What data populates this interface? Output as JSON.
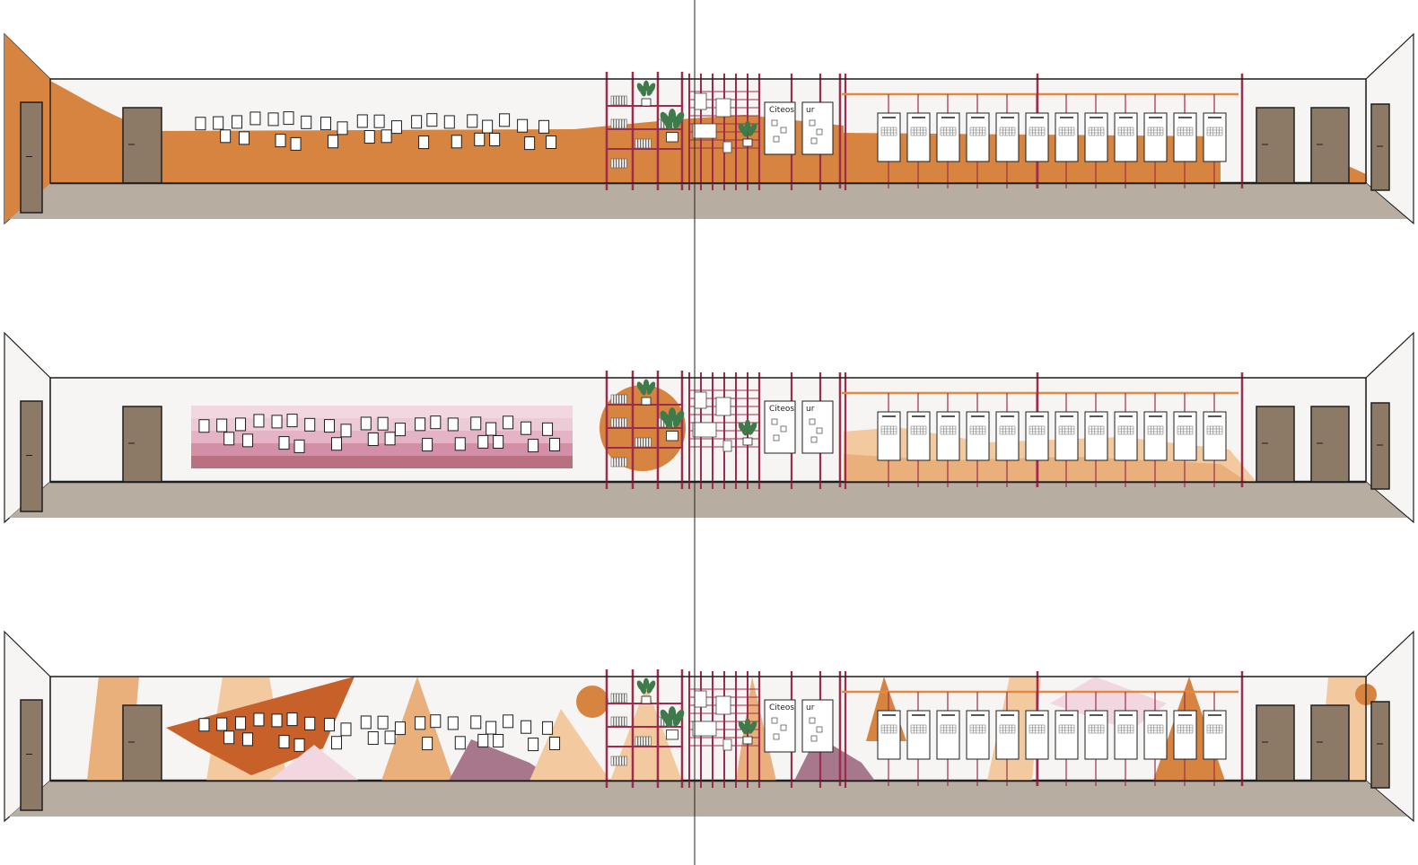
{
  "colors": {
    "background": "#ffffff",
    "wall": "#f6f5f3",
    "floor": "#b7ada1",
    "door": "#8c7a66",
    "orange": "#d6843f",
    "orange_light": "#eab07b",
    "peach": "#f3c9a0",
    "rust": "#c8602a",
    "mauve": "#a7778c",
    "pink_light": "#f2d7e0",
    "pink_mid": "#e5b3c6",
    "pink_dark": "#b9707f",
    "shelf_frame": "#9e2d4d",
    "outline": "#1e1e1e",
    "plant": "#3f7a4a"
  },
  "board_labels": {
    "left": "Citeos",
    "right": "ur"
  },
  "elevations": [
    {
      "name": "option-orange-wave"
    },
    {
      "name": "option-pink-stripes"
    },
    {
      "name": "option-geometric-shapes"
    }
  ]
}
